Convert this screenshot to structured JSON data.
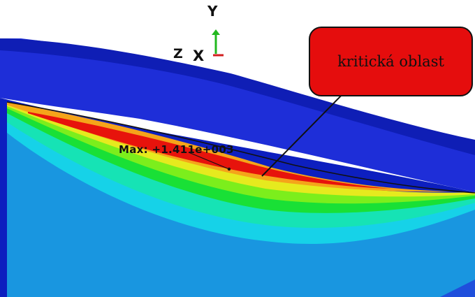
{
  "axes": {
    "y": "Y",
    "z": "Z",
    "x": "X"
  },
  "max_label": "Max: +1.411e+003",
  "callout": "kritická oblast",
  "colors": {
    "background": "#ffffff",
    "deep_blue": "#0d1fbf",
    "blue": "#1f4fdc",
    "light_blue": "#1996e0",
    "cyan": "#16d2e8",
    "teal": "#16e3b5",
    "green": "#19e036",
    "light_green": "#7cee1c",
    "yellow": "#e6ea1e",
    "orange": "#f5a41a",
    "red": "#e7130c",
    "callout_fill": "#e50d0d",
    "axis_y_arrow": "#22b81f",
    "axis_x_arrow": "#d21f1f"
  }
}
